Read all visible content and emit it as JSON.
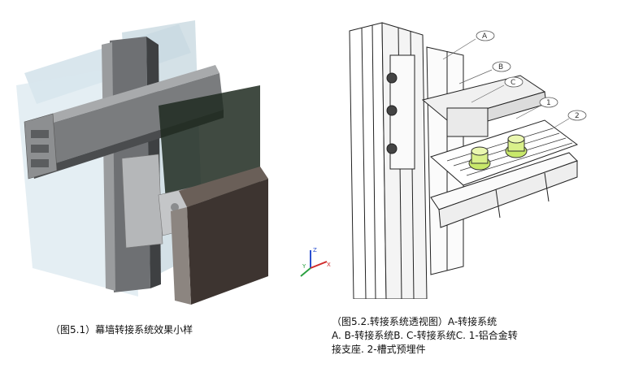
{
  "left_caption": "（图5.1）幕墙转接系统效果小样",
  "right_caption": {
    "line1": "（图5.2.转接系统透视图）A-转接系统",
    "line2": "A. B-转接系统B. C-转接系统C. 1-铝合金转",
    "line3": "接支座. 2-槽式预埋件"
  },
  "callouts": [
    "A",
    "B",
    "C",
    "1",
    "2"
  ],
  "axis": {
    "x": "X",
    "y": "Y",
    "z": "Z"
  }
}
